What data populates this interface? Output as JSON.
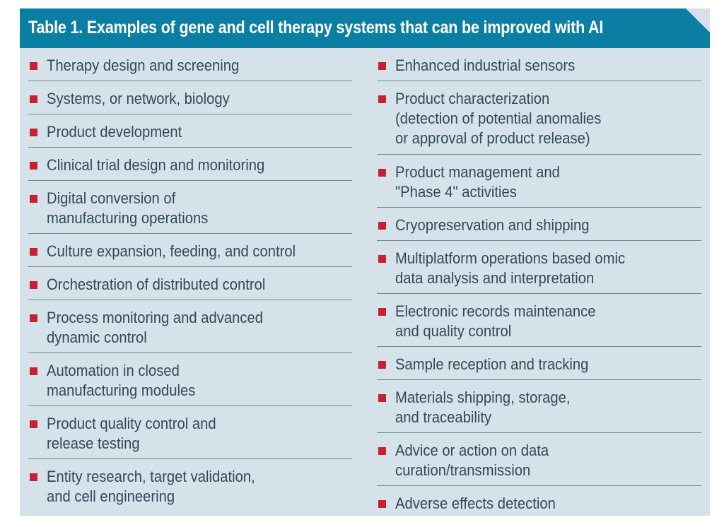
{
  "title": "Table 1. Examples of gene and cell therapy systems that can be improved with AI",
  "colors": {
    "header": "#0b7fa3",
    "panel": "#d6e2e9",
    "bullet": "#c8202f",
    "text": "#2f4a5b"
  },
  "left": [
    {
      "lines": [
        "Therapy design and screening"
      ]
    },
    {
      "lines": [
        "Systems, or network, biology"
      ]
    },
    {
      "lines": [
        "Product development"
      ]
    },
    {
      "lines": [
        "Clinical trial design and monitoring"
      ]
    },
    {
      "lines": [
        "Digital conversion of",
        "manufacturing operations"
      ]
    },
    {
      "lines": [
        "Culture expansion, feeding, and control"
      ]
    },
    {
      "lines": [
        "Orchestration of distributed control"
      ]
    },
    {
      "lines": [
        "Process monitoring and advanced",
        "dynamic control"
      ]
    },
    {
      "lines": [
        "Automation in closed",
        "manufacturing modules"
      ]
    },
    {
      "lines": [
        "Product quality control and",
        "release testing"
      ]
    },
    {
      "lines": [
        "Entity research, target validation,",
        "and cell engineering"
      ]
    }
  ],
  "right": [
    {
      "lines": [
        "Enhanced industrial sensors"
      ]
    },
    {
      "lines": [
        "Product characterization",
        "(detection of potential anomalies",
        "or approval of product release)"
      ]
    },
    {
      "lines": [
        "Product management and",
        "\"Phase 4\" activities"
      ]
    },
    {
      "lines": [
        "Cryopreservation and shipping"
      ]
    },
    {
      "lines": [
        "Multiplatform operations based omic",
        "data analysis and interpretation"
      ]
    },
    {
      "lines": [
        "Electronic records maintenance",
        "and quality control"
      ]
    },
    {
      "lines": [
        "Sample reception and tracking"
      ]
    },
    {
      "lines": [
        "Materials shipping, storage,",
        "and traceability"
      ]
    },
    {
      "lines": [
        "Advice or action on data",
        "curation/transmission"
      ]
    },
    {
      "lines": [
        "Adverse effects detection"
      ]
    }
  ]
}
